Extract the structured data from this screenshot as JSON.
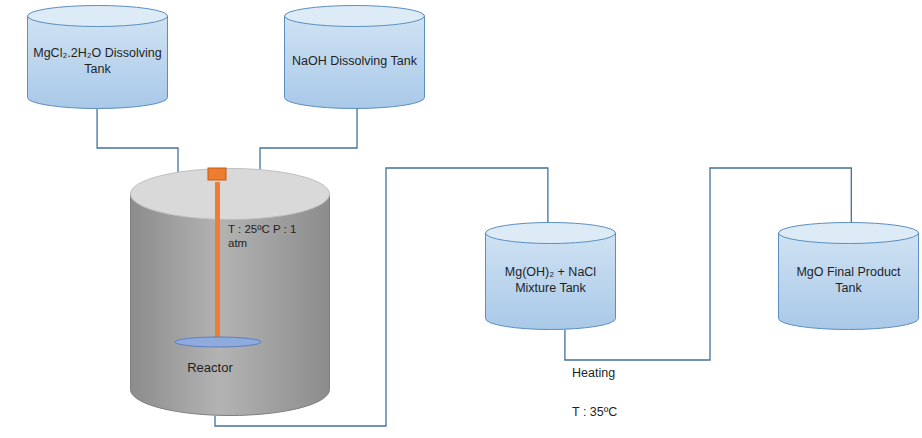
{
  "diagram": {
    "nodes": [
      {
        "text": [
          "MgCl₂.2H₂O Dissolving Tank"
        ]
      },
      {
        "text": [
          "NaOH Dissolving Tank"
        ]
      },
      {
        "text": [
          "T : 25ºC P : 1 atm",
          "Reactor"
        ]
      },
      {
        "text": [
          "Mg(OH)₂ + NaCl Mixture Tank"
        ]
      },
      {
        "text": [
          "MgO Final Product Tank"
        ]
      }
    ],
    "edges": [
      {
        "from": 0,
        "to": 2,
        "arrow": "none"
      },
      {
        "from": 1,
        "to": 2,
        "arrow": "none"
      },
      {
        "from": 2,
        "to": 3,
        "arrow": "none"
      },
      {
        "from": 3,
        "to": 4,
        "label": "Heating",
        "arrow": "none"
      }
    ],
    "labels": [
      "T : 35ºC"
    ]
  }
}
